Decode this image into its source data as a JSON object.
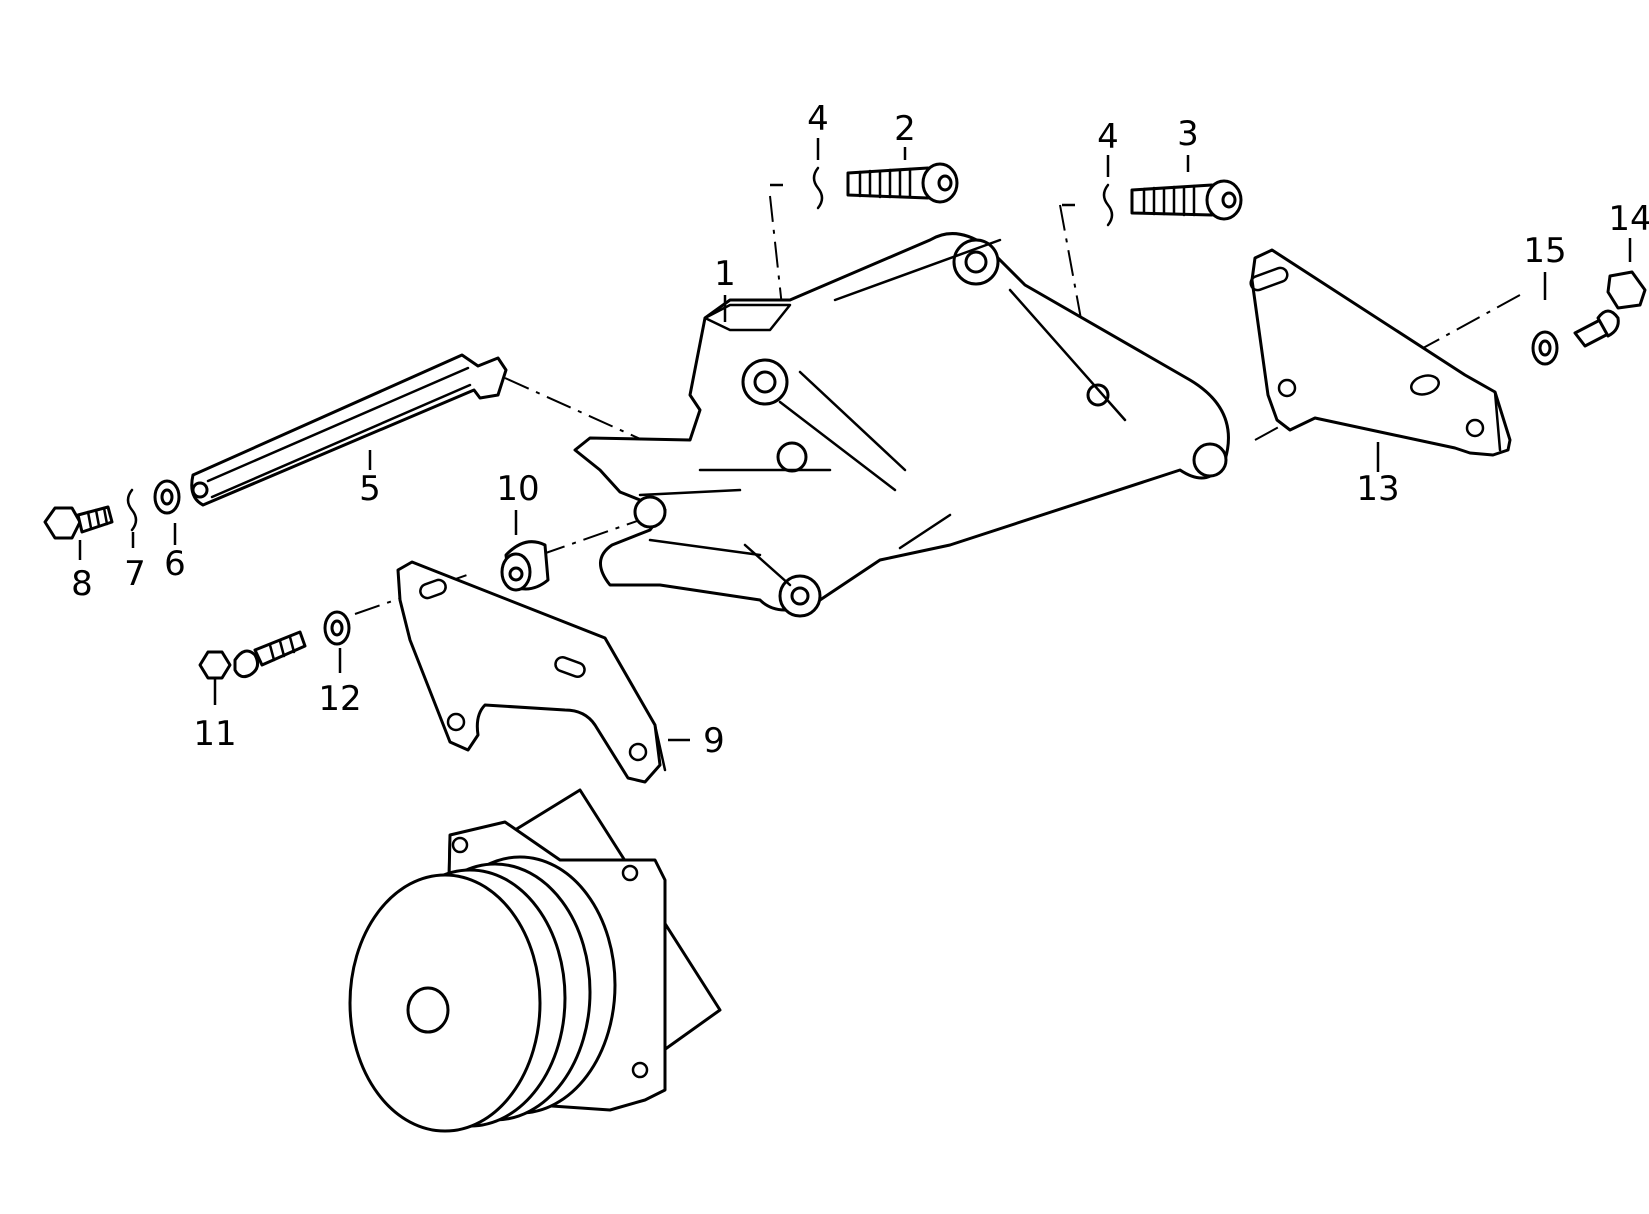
{
  "callouts": {
    "c1": "1",
    "c2": "2",
    "c3": "3",
    "c4a": "4",
    "c4b": "4",
    "c5": "5",
    "c6": "6",
    "c7": "7",
    "c8": "8",
    "c9": "9",
    "c10": "10",
    "c11": "11",
    "c12": "12",
    "c13": "13",
    "c14": "14",
    "c15": "15"
  },
  "colors": {
    "line": "#000000",
    "background": "#ffffff"
  }
}
